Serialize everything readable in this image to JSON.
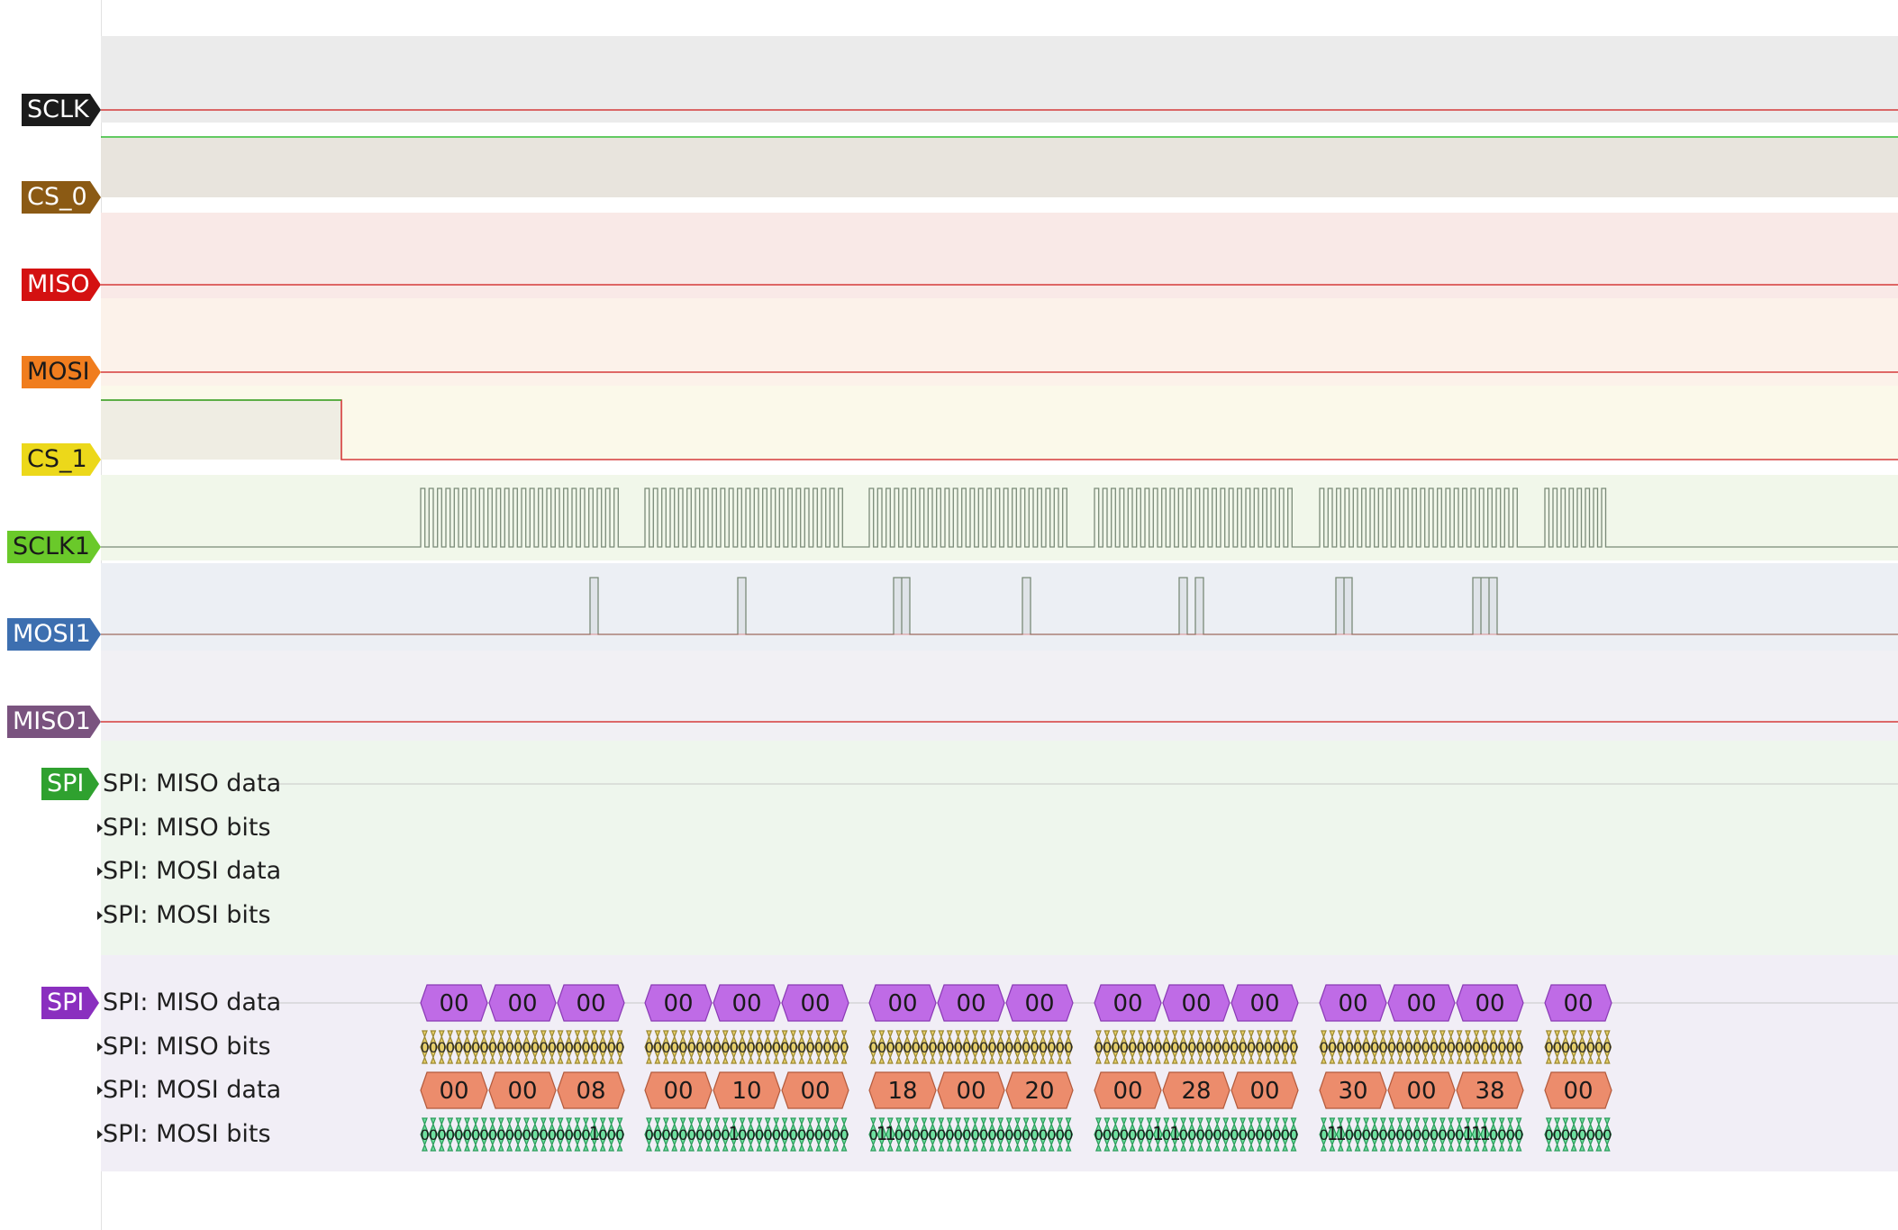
{
  "channels": [
    {
      "id": "sclk",
      "name": "SCLK",
      "tag_color": "#1b1b1b",
      "tag_text_color": "#ffffff",
      "lane_bg": "#ebebeb"
    },
    {
      "id": "cs0",
      "name": "CS_0",
      "tag_color": "#8b5a14",
      "tag_text_color": "#ffffff",
      "lane_bg": "#e8e4dd"
    },
    {
      "id": "miso",
      "name": "MISO",
      "tag_color": "#d41111",
      "tag_text_color": "#ffffff",
      "lane_bg": "#f9e9e7"
    },
    {
      "id": "mosi",
      "name": "MOSI",
      "tag_color": "#f07d1e",
      "tag_text_color": "#1a1a1a",
      "lane_bg": "#fcf2ea"
    },
    {
      "id": "cs1",
      "name": "CS_1",
      "tag_color": "#ecd81a",
      "tag_text_color": "#1a1a1a",
      "lane_bg": "#fbf9ea"
    },
    {
      "id": "sclk1",
      "name": "SCLK1",
      "tag_color": "#6ac92a",
      "tag_text_color": "#1a1a1a",
      "lane_bg": "#f1f7ea"
    },
    {
      "id": "mosi1",
      "name": "MOSI1",
      "tag_color": "#3d6fb0",
      "tag_text_color": "#ffffff",
      "lane_bg": "#eceff4"
    },
    {
      "id": "miso1",
      "name": "MISO1",
      "tag_color": "#7a537f",
      "tag_text_color": "#ffffff",
      "lane_bg": "#f1f0f4"
    }
  ],
  "decoders": [
    {
      "id": "spi0",
      "name": "SPI",
      "tag_color": "#2fa12f",
      "lane_bg": "#eef6ed",
      "rows": [
        "SPI: MISO data",
        "SPI: MISO bits",
        "SPI: MOSI data",
        "SPI: MOSI bits"
      ],
      "annotations": null
    },
    {
      "id": "spi1",
      "name": "SPI",
      "tag_color": "#8a2fbf",
      "lane_bg": "#f1eef6",
      "rows": [
        "SPI: MISO data",
        "SPI: MISO bits",
        "SPI: MOSI data",
        "SPI: MOSI bits"
      ],
      "annotations": {
        "miso_data": [
          "00",
          "00",
          "00",
          "00",
          "00",
          "00",
          "00",
          "00",
          "00",
          "00",
          "00",
          "00",
          "00",
          "00",
          "00",
          "00"
        ],
        "mosi_data": [
          "00",
          "00",
          "08",
          "00",
          "10",
          "00",
          "18",
          "00",
          "20",
          "00",
          "28",
          "00",
          "30",
          "00",
          "38",
          "00"
        ],
        "miso_bits_sample": "0",
        "mosi_bits_sample": "0",
        "mosi_bits_ones": [
          [
            20
          ],
          [
            10
          ],
          [
            1,
            2
          ],
          [
            7,
            9
          ],
          [
            1,
            2,
            17,
            18,
            19
          ],
          []
        ]
      }
    }
  ],
  "colors": {
    "low_line": "#d53a3a",
    "high_line": "#2fb82f",
    "pulse_stroke": "#7a8a78",
    "miso_data_fill": "#bf6be6",
    "miso_data_stroke": "#8a3ab5",
    "miso_bits_fill": "#e6cf6a",
    "miso_bits_stroke": "#9b8830",
    "mosi_data_fill": "#ec8c6c",
    "mosi_data_stroke": "#b35a3c",
    "mosi_bits_fill": "#6fe0a0",
    "mosi_bits_stroke": "#2a9b5a"
  }
}
